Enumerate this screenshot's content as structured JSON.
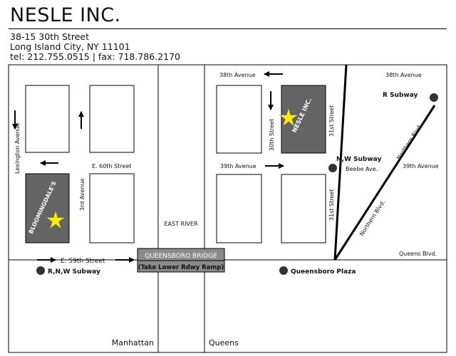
{
  "company": "NESLE INC.",
  "address": {
    "line1": "38-15 30th Street",
    "line2": "Long Island City, NY 11101",
    "line3": "tel: 212.755.0515   |   fax: 718.786.2170"
  },
  "streets": {
    "lexington": "Lexington Avenue",
    "third_ave": "3rd Avenue",
    "e60": "E. 60th Street",
    "e59": "E. 59th Street",
    "ave38_left": "38th Avenue",
    "ave38_right": "38th Avenue",
    "ave39_left": "39th Avenue",
    "ave39_right": "39th Avenue",
    "st30": "30th Street",
    "st31_top": "31st Street",
    "st31_bottom": "31st Street",
    "beebe": "Beebe Ave.",
    "northern_top": "Northern Blvd.",
    "northern_mid": "Northern Blvd.",
    "queens_blvd": "Queens Blvd."
  },
  "landmarks": {
    "nesle": "NESLE INC.",
    "bloomingdales": "BLOOMINGDALE'S",
    "east_river": "EAST RIVER",
    "bridge_line1": "QUEENSBORO BRIDGE",
    "bridge_line2": "(Take Lower Rdwy Ramp)"
  },
  "subways": {
    "r": "R Subway",
    "nw": "N,W Subway",
    "rnw": "R,N,W Subway",
    "plaza": "Queensboro Plaza"
  },
  "regions": {
    "manhattan": "Manhattan",
    "queens": "Queens"
  },
  "colors": {
    "building_fill": "#ffffff",
    "highlight_fill": "#646464",
    "bridge_fill": "#8a8a8a",
    "star": "#ffee00",
    "line": "#000000"
  }
}
